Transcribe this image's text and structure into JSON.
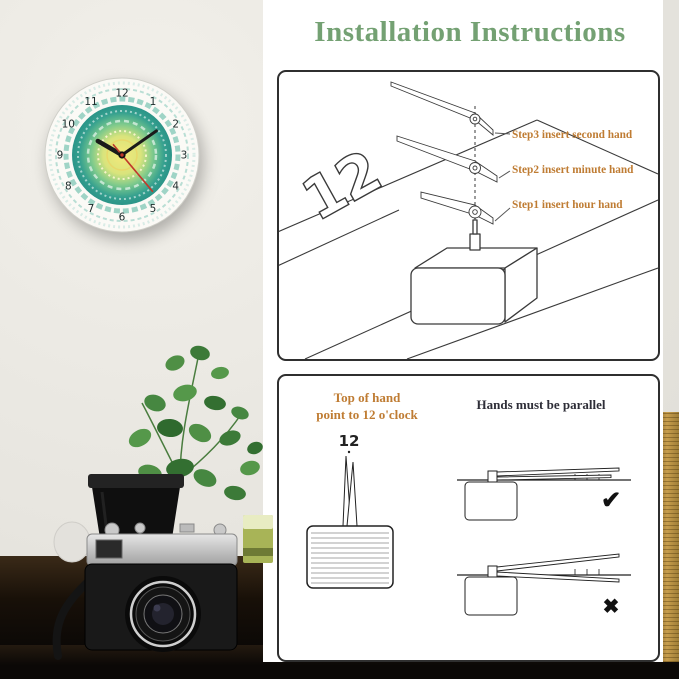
{
  "title": "Installation Instructions",
  "colors": {
    "title_green": "#74a173",
    "step_orange": "#bf7c33",
    "caption_dark": "#2e2e38",
    "clock_teal": "#2b9488",
    "clock_yellow": "#f5e97a"
  },
  "photo": {
    "clock": {
      "numerals": [
        "12",
        "1",
        "2",
        "3",
        "4",
        "5",
        "6",
        "7",
        "8",
        "9",
        "10",
        "11"
      ]
    }
  },
  "panel1": {
    "dial_numeral": "12",
    "steps": [
      "Step3 insert second hand",
      "Step2 insert minute hand",
      "Step1 insert hour hand"
    ]
  },
  "panel2": {
    "left_caption_line1": "Top of hand",
    "left_caption_line2": "point to 12 o'clock",
    "right_caption": "Hands must be parallel",
    "dial_numeral": "12",
    "check_mark": "✔",
    "cross_mark": "✖"
  }
}
